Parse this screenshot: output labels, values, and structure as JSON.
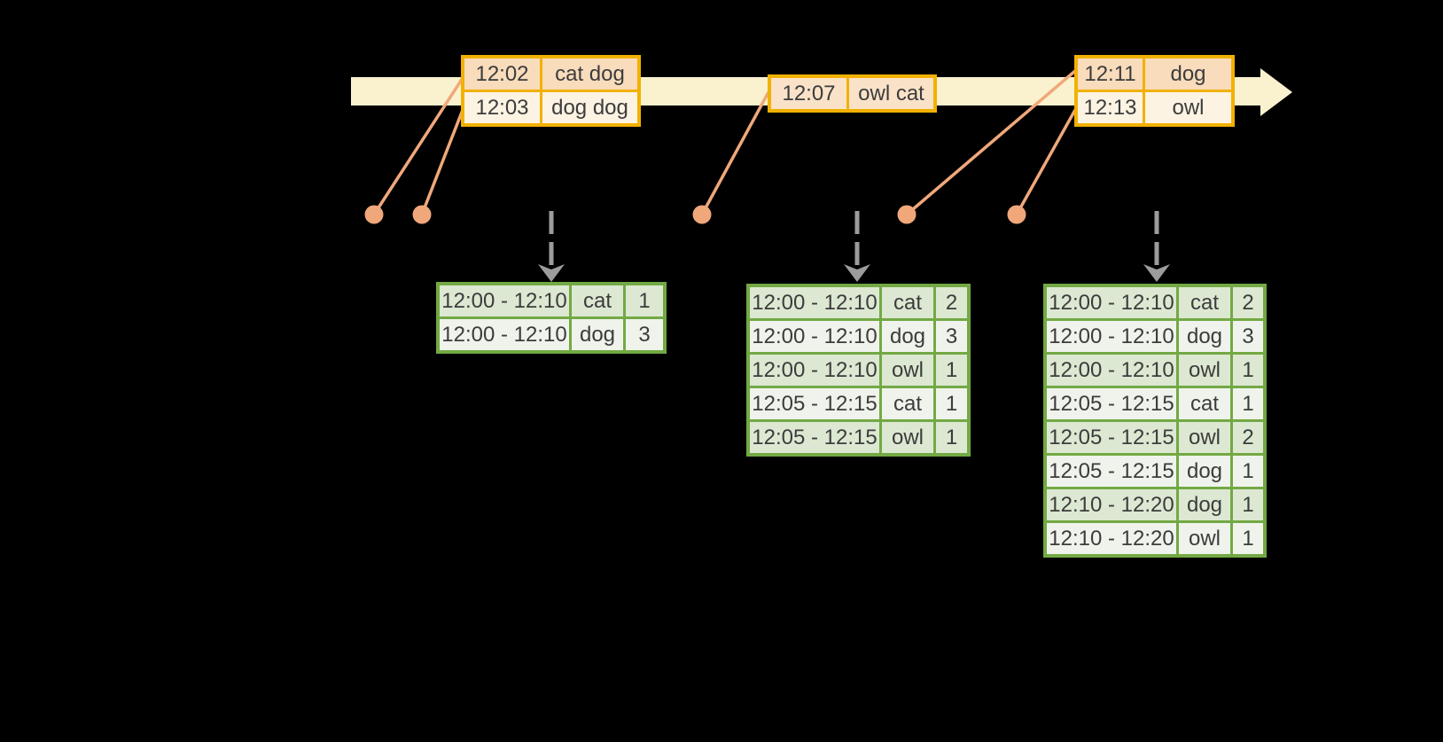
{
  "timeline": {
    "event_tables": [
      {
        "rows": [
          {
            "time": "12:02",
            "words": "cat dog"
          },
          {
            "time": "12:03",
            "words": "dog dog"
          }
        ]
      },
      {
        "rows": [
          {
            "time": "12:07",
            "words": "owl cat"
          }
        ]
      },
      {
        "rows": [
          {
            "time": "12:11",
            "words": "dog"
          },
          {
            "time": "12:13",
            "words": "owl"
          }
        ]
      }
    ]
  },
  "result_tables": [
    {
      "rows": [
        {
          "window": "12:00 - 12:10",
          "word": "cat",
          "count": "1"
        },
        {
          "window": "12:00 - 12:10",
          "word": "dog",
          "count": "3"
        }
      ]
    },
    {
      "rows": [
        {
          "window": "12:00 - 12:10",
          "word": "cat",
          "count": "2"
        },
        {
          "window": "12:00 - 12:10",
          "word": "dog",
          "count": "3"
        },
        {
          "window": "12:00 - 12:10",
          "word": "owl",
          "count": "1"
        },
        {
          "window": "12:05 - 12:15",
          "word": "cat",
          "count": "1"
        },
        {
          "window": "12:05 - 12:15",
          "word": "owl",
          "count": "1"
        }
      ]
    },
    {
      "rows": [
        {
          "window": "12:00 - 12:10",
          "word": "cat",
          "count": "2"
        },
        {
          "window": "12:00 - 12:10",
          "word": "dog",
          "count": "3"
        },
        {
          "window": "12:00 - 12:10",
          "word": "owl",
          "count": "1"
        },
        {
          "window": "12:05 - 12:15",
          "word": "cat",
          "count": "1"
        },
        {
          "window": "12:05 - 12:15",
          "word": "owl",
          "count": "2"
        },
        {
          "window": "12:05 - 12:15",
          "word": "dog",
          "count": "1"
        },
        {
          "window": "12:10 - 12:20",
          "word": "dog",
          "count": "1"
        },
        {
          "window": "12:10 - 12:20",
          "word": "owl",
          "count": "1"
        }
      ]
    }
  ],
  "icons": {
    "timeline_arrowhead": "right-arrowhead",
    "trigger_arrow": "dashed-down-arrow"
  },
  "colors": {
    "background": "#000000",
    "timeline_band": "#FAF2CF",
    "event_border": "#F2B100",
    "event_row_dark": "#F9DCBC",
    "event_row_light": "#FDF3E3",
    "event_row_mid": "#F9E2C7",
    "connector": "#F0A87A",
    "trigger_arrow": "#9C9C9C",
    "result_border": "#73A944",
    "result_row_dark": "#DCE8D2",
    "result_row_light": "#EFF3EB",
    "text": "#3C3C3C"
  }
}
